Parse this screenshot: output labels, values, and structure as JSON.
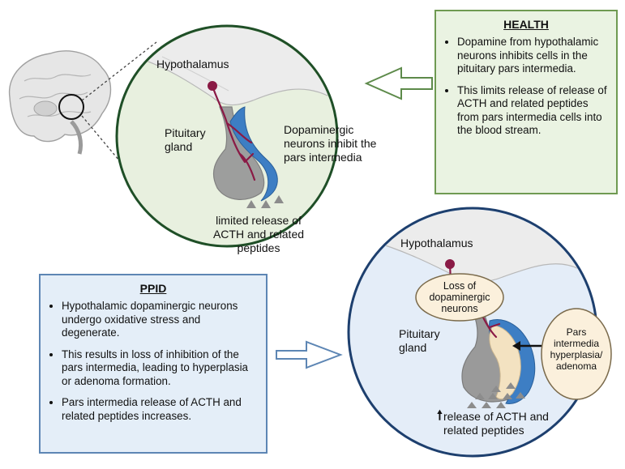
{
  "health": {
    "title": "HEALTH",
    "bullets": [
      "Dopamine from hypothalamic neurons inhibits cells in the pituitary pars intermedia.",
      "This limits release of release of ACTH and related peptides from pars intermedia cells into the blood stream."
    ]
  },
  "ppid": {
    "title": "PPID",
    "bullets": [
      "Hypothalamic dopaminergic neurons undergo oxidative stress and degenerate.",
      "This results in loss of inhibition of the pars intermedia, leading to hyperplasia or adenoma formation.",
      "Pars intermedia release of ACTH and related peptides increases."
    ]
  },
  "top_circle": {
    "hypothalamus": "Hypothalamus",
    "pituitary": "Pituitary gland",
    "dopaminergic": "Dopaminergic neurons inhibit the pars intermedia",
    "release": "limited release of ACTH and related peptides"
  },
  "bottom_circle": {
    "hypothalamus": "Hypothalamus",
    "loss": "Loss of dopaminergic neurons",
    "pituitary": "Pituitary gland",
    "hyperplasia": "Pars intermedia hyperplasia/ adenoma",
    "up_arrow": "🠕",
    "release": "release of ACTH and related peptides"
  },
  "colors": {
    "health_fill": "#eaf3e2",
    "ppid_fill": "#e4eef8",
    "neuron": "#8a1a45",
    "pars_blue": "#3d7ec4"
  }
}
